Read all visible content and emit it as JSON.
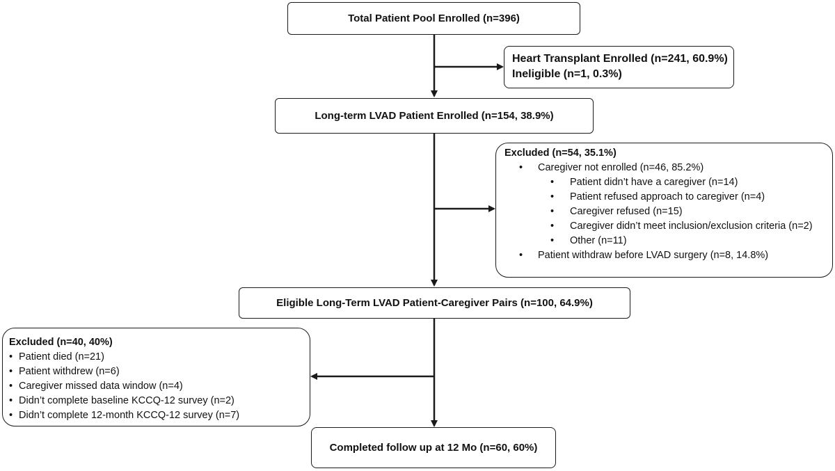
{
  "boxes": {
    "total_pool": "Total Patient Pool Enrolled  (n=396)",
    "heart_transplant": {
      "line1": "Heart Transplant Enrolled (n=241, 60.9%)",
      "line2": "Ineligible (n=1, 0.3%)"
    },
    "lvad_enrolled": "Long-term LVAD Patient Enrolled (n=154, 38.9%)",
    "excluded_1": {
      "title": "Excluded (n=54, 35.1%)",
      "caregiver_not_enrolled": "Caregiver not enrolled (n=46, 85.2%)",
      "reasons": [
        "Patient didn’t have a caregiver (n=14)",
        "Patient refused approach to caregiver (n=4)",
        "Caregiver refused (n=15)",
        "Caregiver didn’t meet inclusion/exclusion criteria (n=2)",
        "Other (n=11)"
      ],
      "patient_withdraw": "Patient withdraw before LVAD surgery (n=8, 14.8%)"
    },
    "eligible_pairs": "Eligible Long-Term LVAD Patient-Caregiver Pairs (n=100, 64.9%)",
    "excluded_2": {
      "title": "Excluded (n=40, 40%)",
      "items": [
        "Patient died (n=21)",
        "Patient withdrew (n=6)",
        "Caregiver missed data window (n=4)",
        "Didn’t complete baseline KCCQ-12 survey (n=2)",
        "Didn’t complete 12-month KCCQ-12 survey (n=7)"
      ]
    },
    "completed": "Completed follow up at 12 Mo (n=60, 60%)"
  }
}
